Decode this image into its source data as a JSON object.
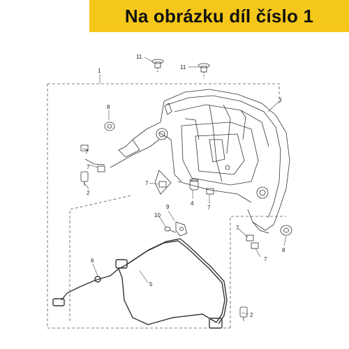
{
  "banner": {
    "text": "Na obrázku díl číslo 1",
    "color": "#f5c71a"
  },
  "callouts": {
    "c1": "1",
    "c2a": "2",
    "c2b": "2",
    "c3": "3",
    "c4": "4",
    "c5": "5",
    "c6": "6",
    "c7a": "7",
    "c7b": "7",
    "c7c": "7",
    "c7d": "7",
    "c7e": "7",
    "c7f": "7",
    "c8a": "8",
    "c8b": "8",
    "c9": "9",
    "c10": "10",
    "c11a": "11",
    "c11b": "11"
  }
}
